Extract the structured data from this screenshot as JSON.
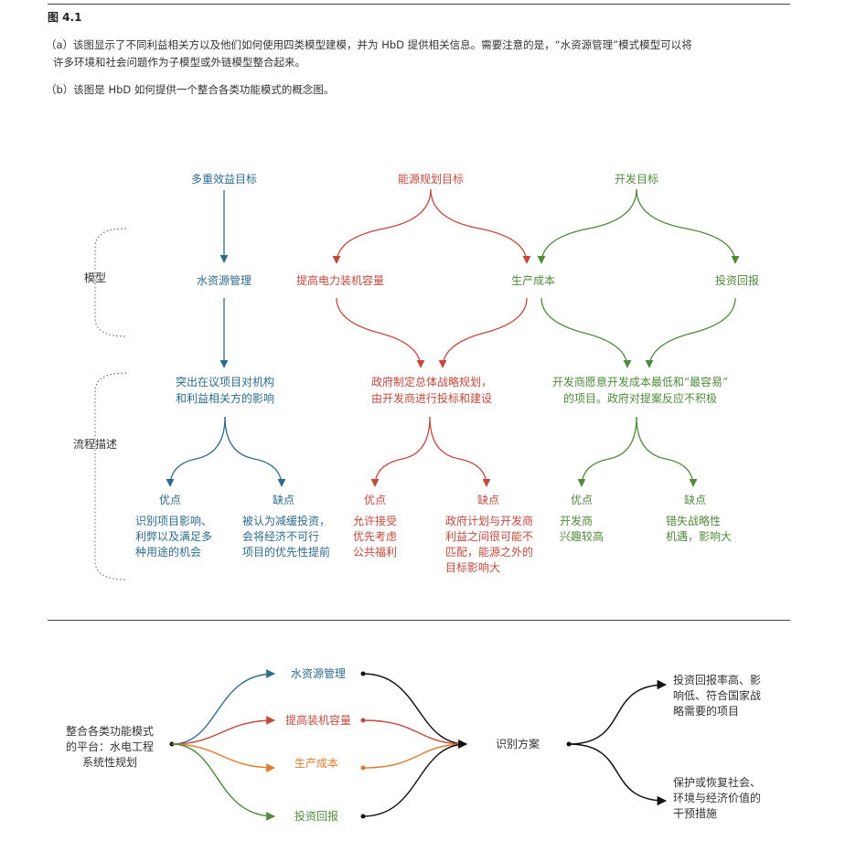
{
  "figure": {
    "title": "图 4.1",
    "caption_a": [
      "（a）该图显示了不同利益相关方以及他们如何使用四类模型建模，并为 HbD 提供相关信息。需要注意的是，“水资源管理”模式模型可以将",
      "许多环境和社会问题作为子模型或外链模型整合起来。"
    ],
    "caption_b": "（b）该图是 HbD 如何提供一个整合各类功能模式的概念图。"
  },
  "diagram_a": {
    "side_labels": {
      "model": "模型",
      "process": "流程描述"
    },
    "goals": {
      "multi_benefit": "多重效益目标",
      "energy": "能源规划目标",
      "development": "开发目标"
    },
    "models": {
      "water": "水资源管理",
      "capacity": "提高电力装机容量",
      "cost": "生产成本",
      "return": "投资回报"
    },
    "process": {
      "blue": [
        "突出在议项目对机构",
        "和利益相关方的影响"
      ],
      "red": [
        "政府制定总体战略规划，",
        "由开发商进行投标和建设"
      ],
      "green": [
        "开发商愿意开发成本最低和“最容易”",
        "的项目。政府对提案反应不积极"
      ]
    },
    "pros_label": "优点",
    "cons_label": "缺点",
    "blue_pros": [
      "识别项目影响、",
      "利弊以及满足多",
      "种用途的机会"
    ],
    "blue_cons": [
      "被认为减缓投资，",
      "会将经济不可行",
      "项目的优先性提前"
    ],
    "red_pros": [
      "允许接受",
      "优先考虑",
      "公共福利"
    ],
    "red_cons": [
      "政府计划与开发商",
      "利益之间很可能不",
      "匹配，能源之外的",
      "目标影响大"
    ],
    "green_pros": [
      "开发商",
      "兴趣较高"
    ],
    "green_cons": [
      "错失战略性",
      "机遇，影响大"
    ]
  },
  "diagram_b": {
    "platform": [
      "整合各类功能模式",
      "的平台：水电工程",
      "系统性规划"
    ],
    "modes": {
      "water": "水资源管理",
      "capacity": "提高装机容量",
      "cost": "生产成本",
      "return": "投资回报"
    },
    "identify": "识别方案",
    "outcome_1": [
      "投资回报率高、影",
      "响低、符合国家战",
      "略需要的项目"
    ],
    "outcome_2": [
      "保护或恢复社会、",
      "环境与经济价值的",
      "干预措施"
    ]
  },
  "colors": {
    "blue": "#2e6b8e",
    "red": "#c2493c",
    "green": "#4f8a3a",
    "orange": "#e07b2a",
    "dark": "#111111"
  }
}
